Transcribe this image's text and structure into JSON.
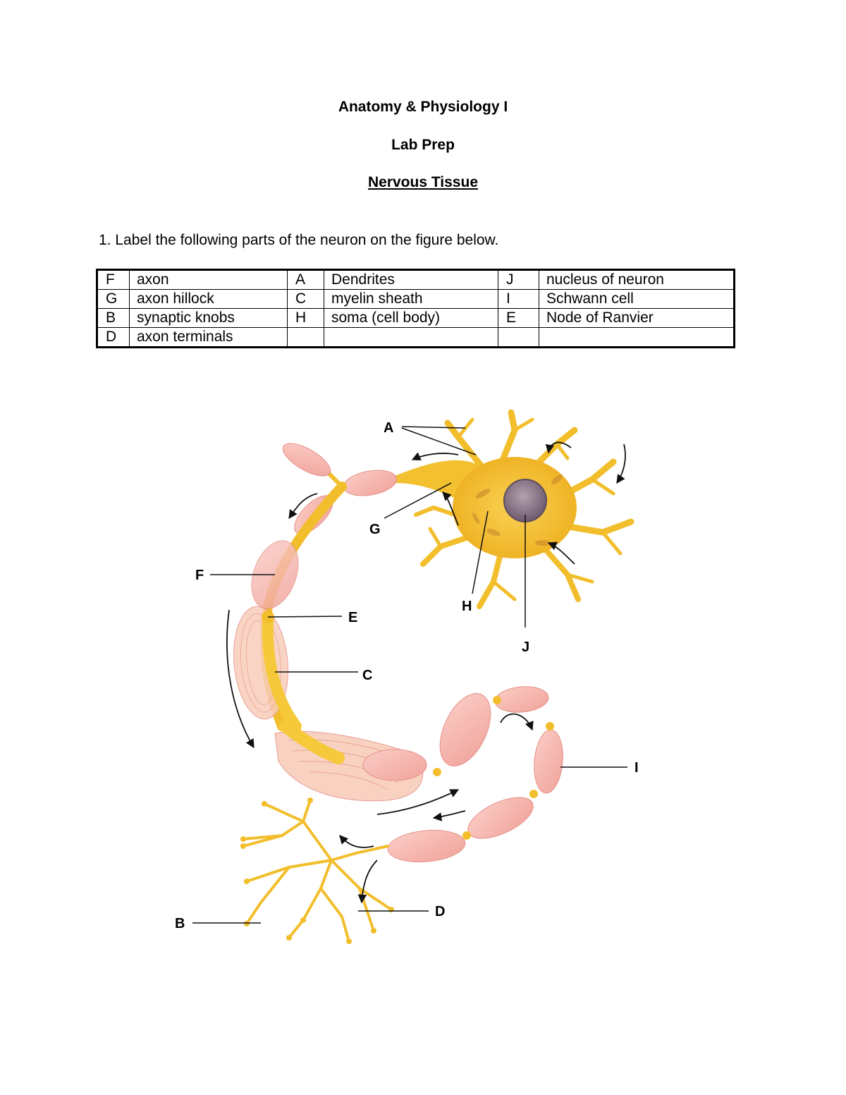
{
  "header": {
    "course": "Anatomy & Physiology I",
    "subtitle": "Lab Prep",
    "topic": "Nervous Tissue"
  },
  "question": "1. Label the following parts of the neuron on the figure below.",
  "key_table": {
    "rows": [
      [
        {
          "letter": "F",
          "term": "axon"
        },
        {
          "letter": "A",
          "term": "Dendrites"
        },
        {
          "letter": "J",
          "term": "nucleus of neuron"
        }
      ],
      [
        {
          "letter": "G",
          "term": "axon hillock"
        },
        {
          "letter": "C",
          "term": "myelin sheath"
        },
        {
          "letter": "I",
          "term": "Schwann cell"
        }
      ],
      [
        {
          "letter": "B",
          "term": "synaptic knobs"
        },
        {
          "letter": "H",
          "term": "soma (cell body)"
        },
        {
          "letter": "E",
          "term": "Node of Ranvier"
        }
      ],
      [
        {
          "letter": "D",
          "term": "axon terminals"
        },
        {
          "letter": "",
          "term": ""
        },
        {
          "letter": "",
          "term": ""
        }
      ]
    ]
  },
  "figure": {
    "labels": {
      "A": "A",
      "B": "B",
      "C": "C",
      "D": "D",
      "E": "E",
      "F": "F",
      "G": "G",
      "H": "H",
      "I": "I",
      "J": "J"
    },
    "colors": {
      "neuron": "#f7c531",
      "neuron_dark": "#d9a21b",
      "schwann": "#f6b3ab",
      "schwann_edge": "#e4918a",
      "nucleus": "#8d7a8c"
    }
  }
}
